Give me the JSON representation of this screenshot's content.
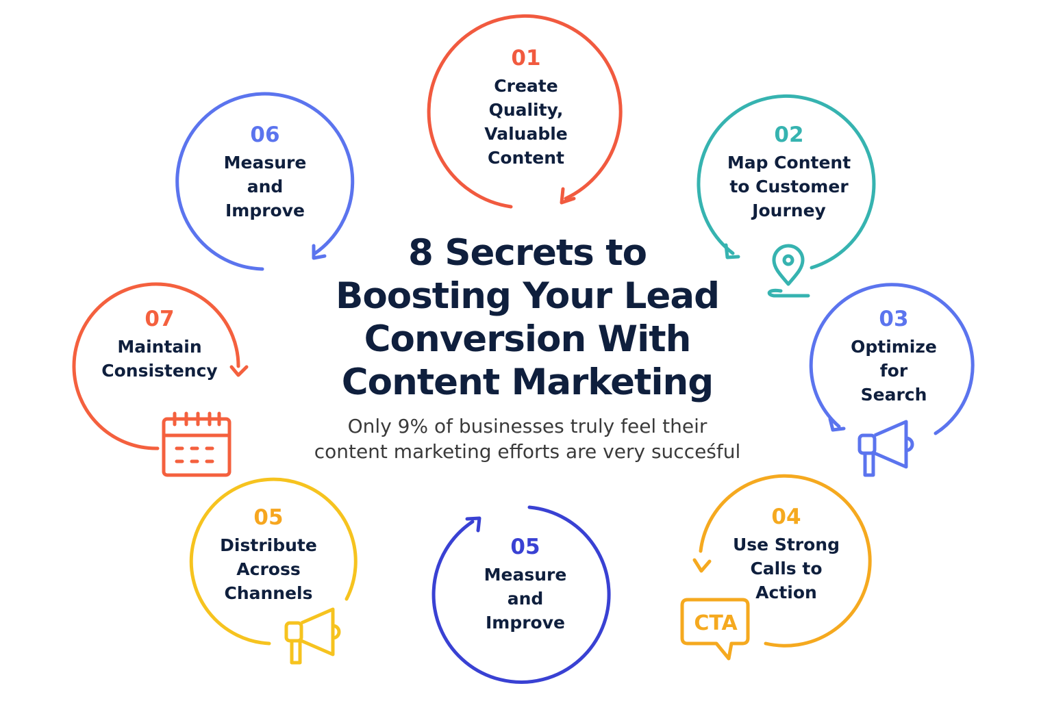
{
  "title_lines": [
    "8 Secrets to",
    "Boosting Your Lead",
    "Conversion With",
    "Content Marketing"
  ],
  "subtitle_lines": [
    "Only 9% of businesses truly feel their",
    "content marketing efforts are very succeśful"
  ],
  "colors": {
    "red": "#f15a3f",
    "teal": "#36b3b0",
    "blue": "#5b74ee",
    "orange_red": "#f4603e",
    "yellow": "#f6c31f",
    "indigo": "#3941d3",
    "amber": "#f5a91f",
    "text_dark": "#0f1f3d"
  },
  "steps": [
    {
      "id": "01",
      "number": "01",
      "lines": [
        "Create",
        "Quality,",
        "Valuable",
        "Content"
      ],
      "color": "#f15a3f"
    },
    {
      "id": "02",
      "number": "02",
      "lines": [
        "Map Content",
        "to Customer",
        "Journey"
      ],
      "color": "#36b3b0",
      "icon": "location-pin-icon"
    },
    {
      "id": "03",
      "number": "03",
      "lines": [
        "Optimize",
        "for",
        "Search"
      ],
      "color": "#5b74ee",
      "icon": "megaphone-icon"
    },
    {
      "id": "04",
      "number": "04",
      "lines": [
        "Use Strong",
        "Calls to",
        "Action"
      ],
      "color": "#f5a91f",
      "icon": "cta-speech-bubble-icon",
      "icon_text": "CTA"
    },
    {
      "id": "05b",
      "number": "05",
      "lines": [
        "Measure",
        "and",
        "Improve"
      ],
      "color": "#3941d3"
    },
    {
      "id": "05a",
      "number": "05",
      "lines": [
        "Distribute",
        "Across",
        "Channels"
      ],
      "color": "#f6c31f",
      "icon": "megaphone-icon"
    },
    {
      "id": "07",
      "number": "07",
      "lines": [
        "Maintain",
        "Consistency"
      ],
      "color": "#f4603e",
      "icon": "calendar-icon"
    },
    {
      "id": "06",
      "number": "06",
      "lines": [
        "Measure",
        "and",
        "Improve"
      ],
      "color": "#5b74ee"
    }
  ]
}
